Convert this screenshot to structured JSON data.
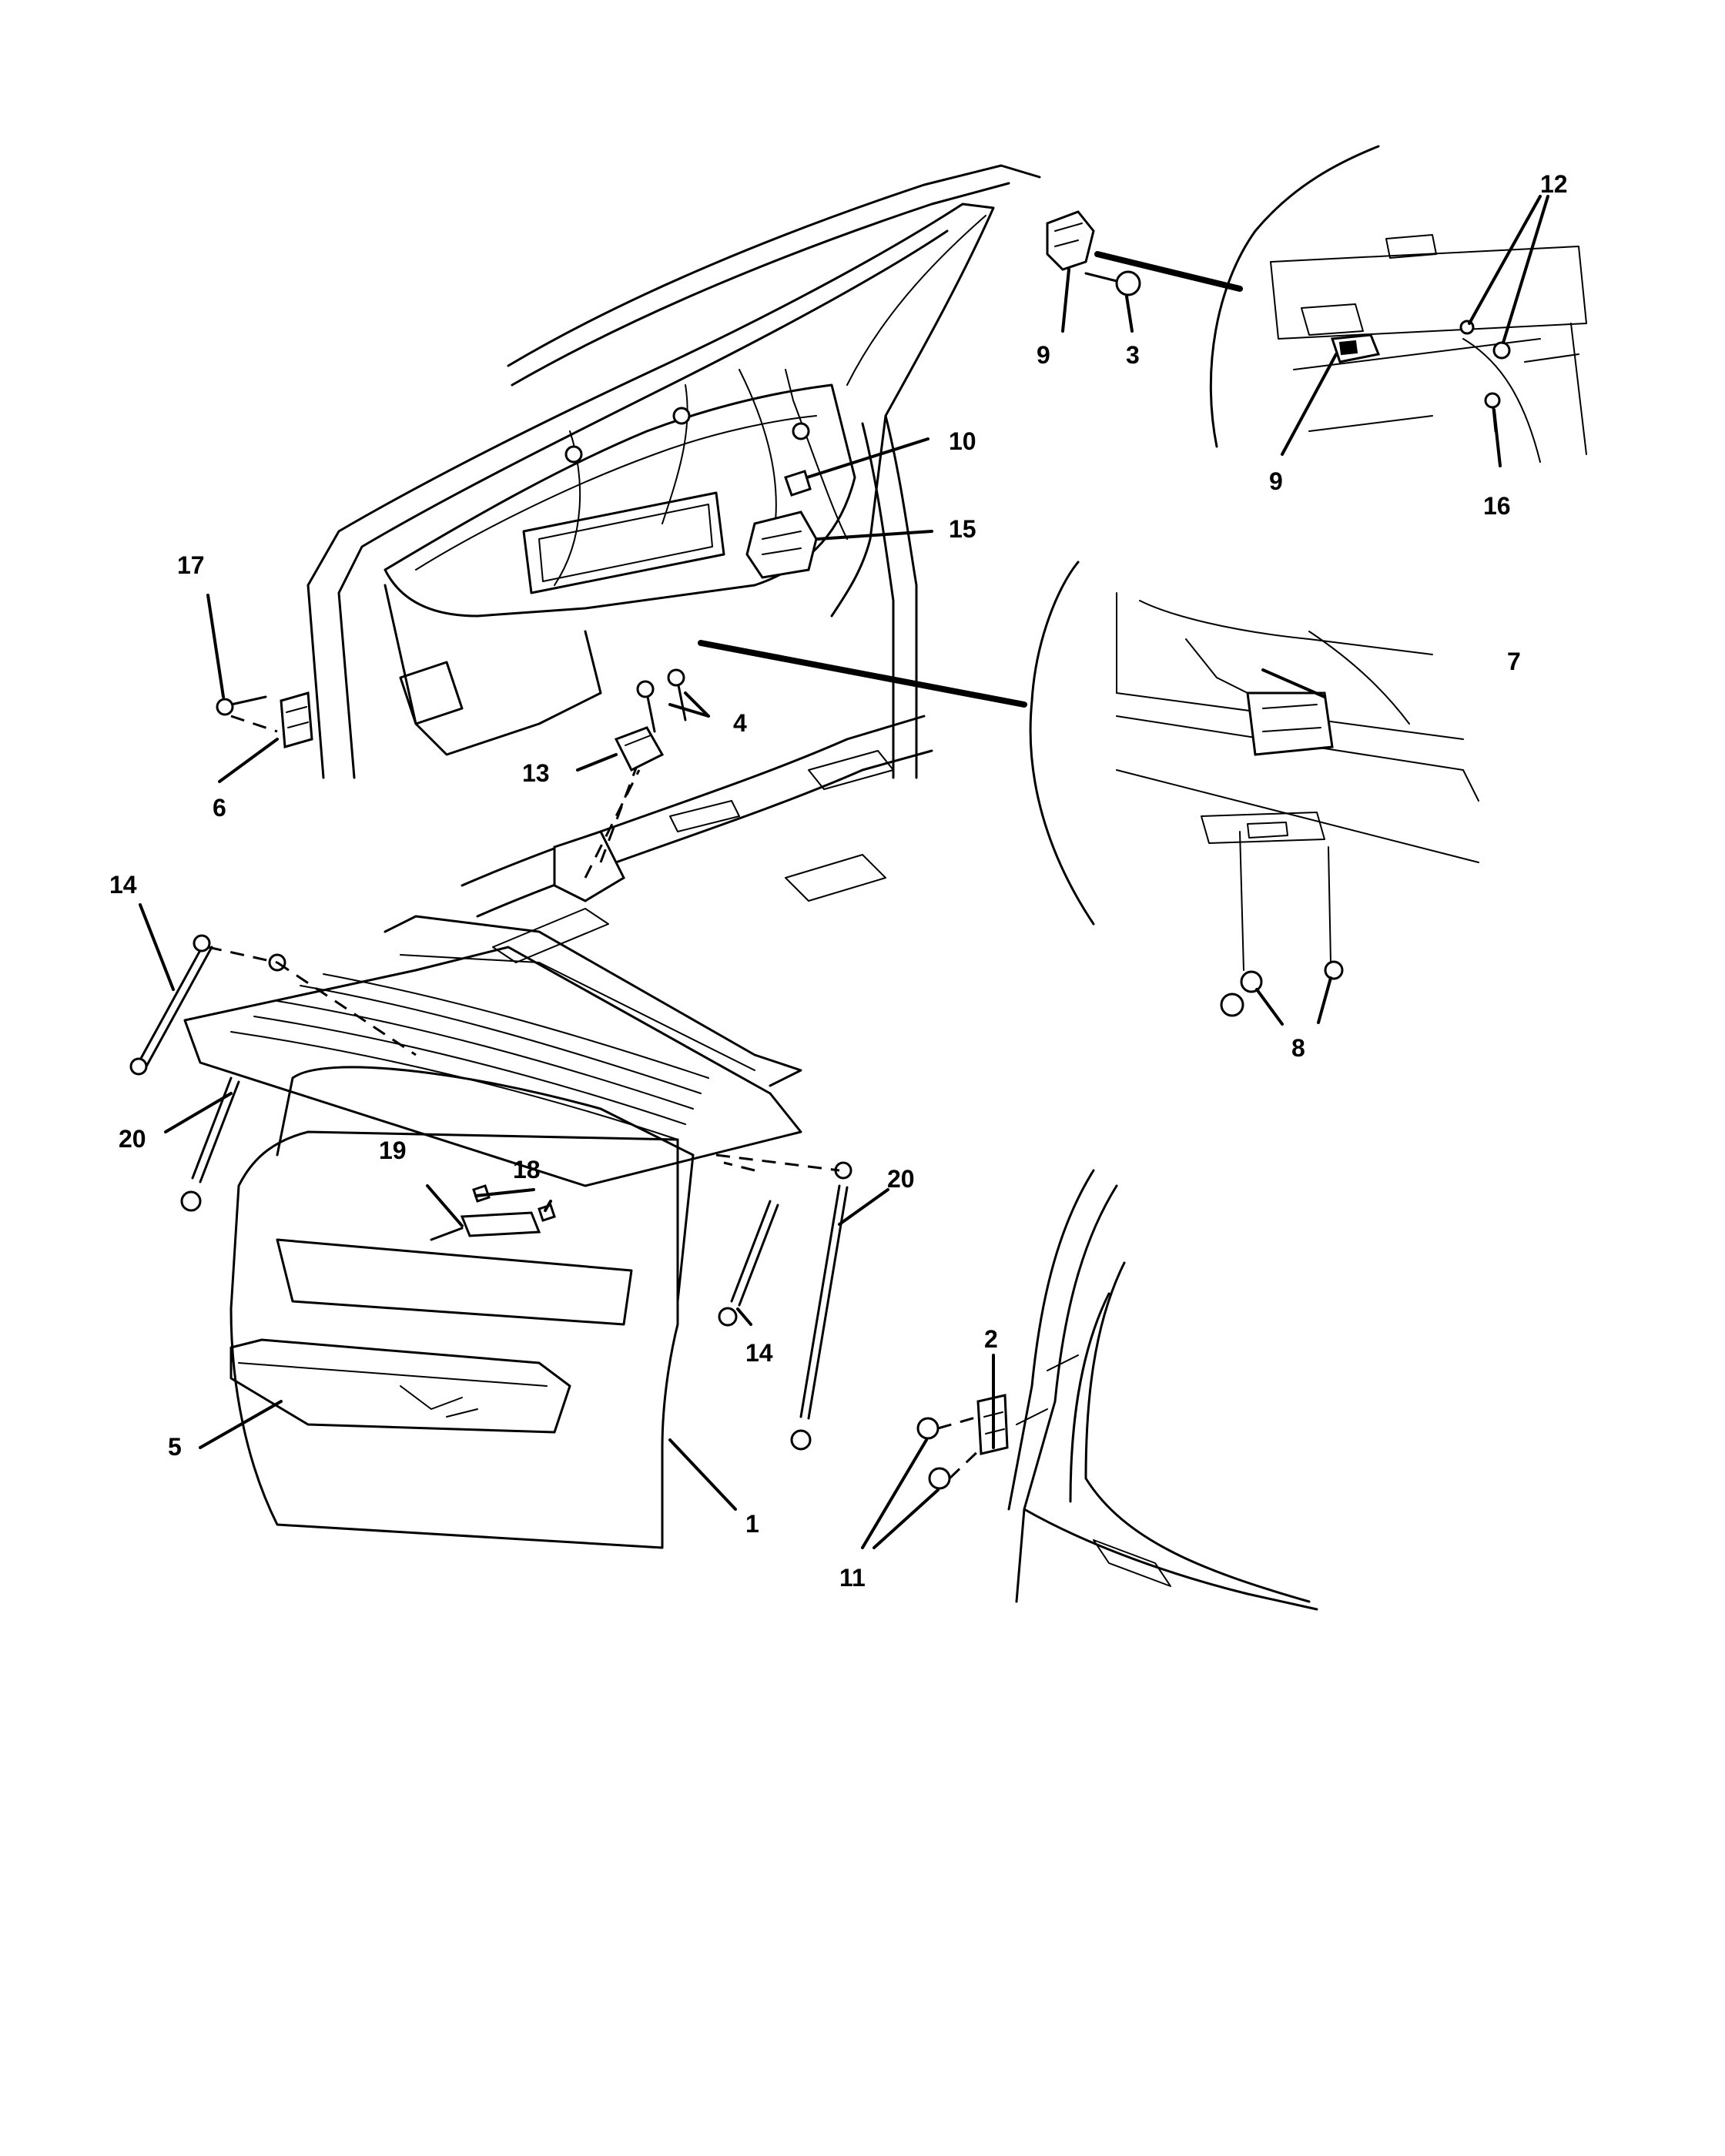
{
  "diagram": {
    "callouts": {
      "c1": "1",
      "c2": "2",
      "c3": "3",
      "c4": "4",
      "c5": "5",
      "c6": "6",
      "c7": "7",
      "c8": "8",
      "c9a": "9",
      "c9b": "9",
      "c10": "10",
      "c11": "11",
      "c12": "12",
      "c13": "13",
      "c14a": "14",
      "c14b": "14",
      "c15": "15",
      "c16": "16",
      "c17": "17",
      "c18": "18",
      "c19": "19",
      "c20a": "20",
      "c20b": "20"
    }
  }
}
